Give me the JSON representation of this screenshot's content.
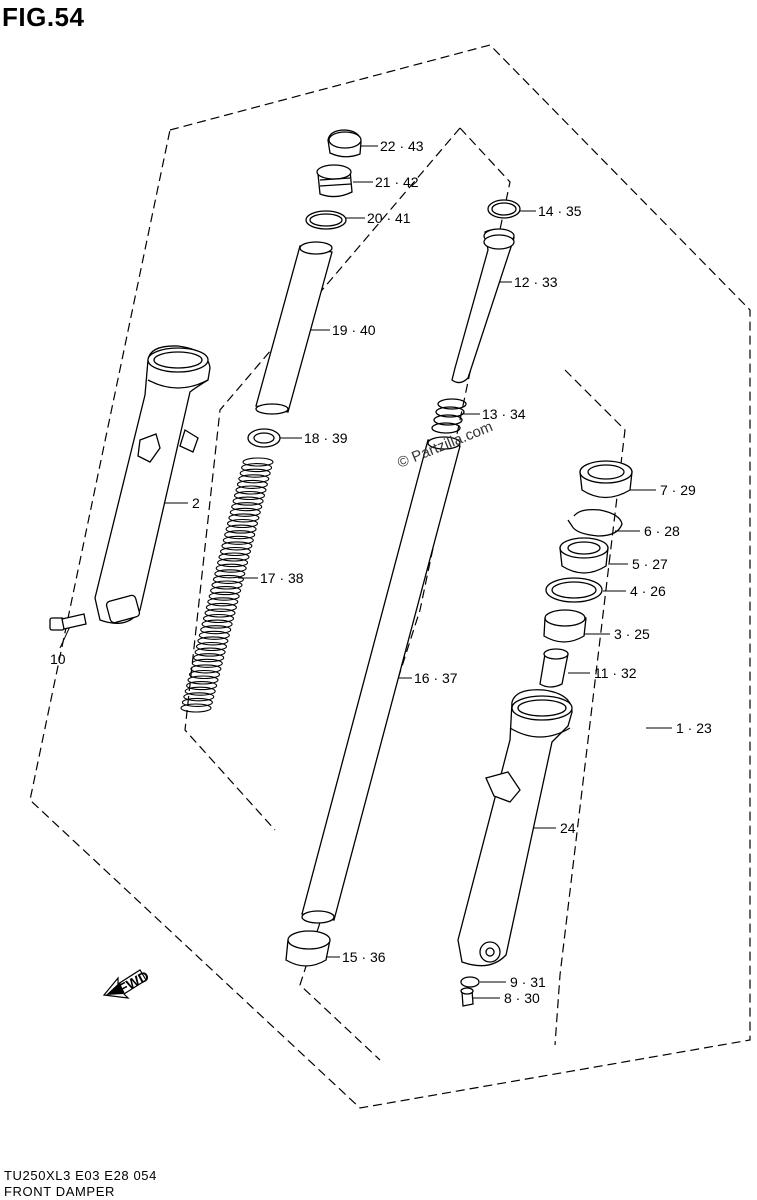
{
  "title": "FIG.54",
  "watermark": "© Partzilla.com",
  "footer": {
    "model_line": "TU250XL3  E03  E28  054",
    "section_name": "FRONT DAMPER"
  },
  "fwd_label": "FWD",
  "callouts": [
    {
      "id": "c22",
      "text": "22 · 43"
    },
    {
      "id": "c21",
      "text": "21 · 42"
    },
    {
      "id": "c20",
      "text": "20 · 41"
    },
    {
      "id": "c19",
      "text": "19 · 40"
    },
    {
      "id": "c18",
      "text": "18 · 39"
    },
    {
      "id": "c17",
      "text": "17 · 38"
    },
    {
      "id": "c2",
      "text": "2"
    },
    {
      "id": "c10",
      "text": "10"
    },
    {
      "id": "c14",
      "text": "14 · 35"
    },
    {
      "id": "c12",
      "text": "12 · 33"
    },
    {
      "id": "c13",
      "text": "13 · 34"
    },
    {
      "id": "c16",
      "text": "16 · 37"
    },
    {
      "id": "c15",
      "text": "15 · 36"
    },
    {
      "id": "c7",
      "text": "7 · 29"
    },
    {
      "id": "c6",
      "text": "6 · 28"
    },
    {
      "id": "c5",
      "text": "5 · 27"
    },
    {
      "id": "c4",
      "text": "4 · 26"
    },
    {
      "id": "c3",
      "text": "3 · 25"
    },
    {
      "id": "c11",
      "text": "11 · 32"
    },
    {
      "id": "c1",
      "text": "1 · 23"
    },
    {
      "id": "c24",
      "text": "24"
    },
    {
      "id": "c9",
      "text": "9 · 31"
    },
    {
      "id": "c8",
      "text": "8 · 30"
    }
  ]
}
